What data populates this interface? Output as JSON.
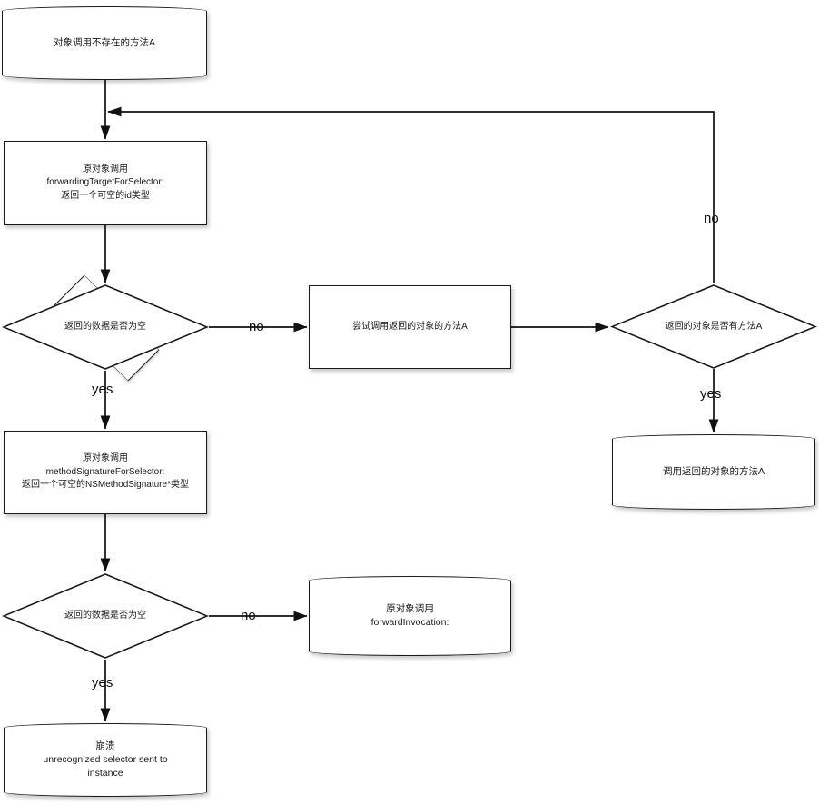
{
  "diagram": {
    "type": "flowchart",
    "title": "",
    "nodes": [
      {
        "id": "start",
        "shape": "stadium",
        "label": "对象调用不存在的方法A"
      },
      {
        "id": "forwarding-target",
        "shape": "rectangle",
        "label": "原对象调用\nforwardingTargetForSelector:\n返回一个可空的id类型"
      },
      {
        "id": "decision-data-empty-1",
        "shape": "diamond",
        "label": "返回的数据是否为空"
      },
      {
        "id": "try-call-returned-object",
        "shape": "rectangle",
        "label": "尝试调用返回的对象的方法A"
      },
      {
        "id": "decision-object-has-method",
        "shape": "diamond",
        "label": "返回的对象是否有方法A"
      },
      {
        "id": "call-returned-object-method",
        "shape": "stadium",
        "label": "调用返回的对象的方法A"
      },
      {
        "id": "method-signature",
        "shape": "rectangle",
        "label": "原对象调用\nmethodSignatureForSelector:\n返回一个可空的NSMethodSignature*类型"
      },
      {
        "id": "decision-data-empty-2",
        "shape": "diamond",
        "label": "返回的数据是否为空"
      },
      {
        "id": "forward-invocation",
        "shape": "stadium",
        "label": "原对象调用\nforwardInvocation:"
      },
      {
        "id": "crash",
        "shape": "stadium",
        "label": "崩溃\nunrecognized selector sent to\ninstance"
      }
    ],
    "edge_labels": {
      "decision1_no": "no",
      "decision1_yes": "yes",
      "decision_object_no": "no",
      "decision_object_yes": "yes",
      "decision2_no": "no",
      "decision2_yes": "yes"
    },
    "colors": {
      "stroke": "#1a1a1a",
      "fill": "#ffffff",
      "text": "#1a1a1a",
      "background": "#ffffff"
    }
  }
}
